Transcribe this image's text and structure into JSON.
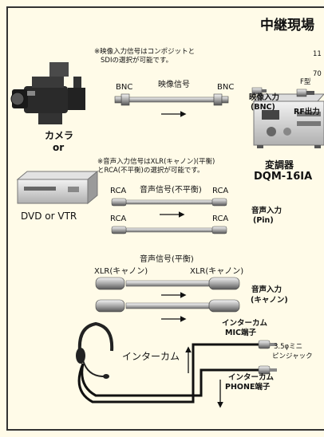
{
  "title": "中継現場",
  "notes": {
    "video_note_1": "※映像入力信号はコンポジットと",
    "video_note_2": "SDIの選択が可能です。",
    "audio_note_1": "※音声入力信号はXLR(キャノン)(平衡)",
    "audio_note_2": "とRCA(不平衡)の選択が可能です。"
  },
  "devices": {
    "camera": "カメラ",
    "or": "or",
    "dvd_vtr": "DVD or VTR",
    "modulator_name": "変調器",
    "modulator_model": "DQM-16IA",
    "intercom": "インターカム"
  },
  "video_cable": {
    "left": "BNC",
    "middle": "映像信号",
    "right": "BNC"
  },
  "rca_cable": {
    "left": "RCA",
    "middle": "音声信号(不平衡)",
    "right": "RCA"
  },
  "rca_cable2": {
    "left": "RCA",
    "right": "RCA"
  },
  "xlr_cable": {
    "middle": "音声信号(平衡)",
    "left": "XLR(キャノン)",
    "right": "XLR(キャノン)"
  },
  "ports": {
    "video_in_1": "映像入力",
    "video_in_2": "(BNC)",
    "f_type": "F型",
    "rf_out": "RF出力",
    "audio_in_pin_1": "音声入力",
    "audio_in_pin_2": "(Pin)",
    "audio_in_xlr_1": "音声入力",
    "audio_in_xlr_2": "(キャノン)",
    "mic_1": "インターカム",
    "mic_2": "MIC端子",
    "phone_1": "インターカム",
    "phone_2": "PHONE端子",
    "jack_1": "3.5φミニ",
    "jack_2": "ピンジャック"
  },
  "edge_numbers": {
    "n1": "11",
    "n2": "70"
  }
}
